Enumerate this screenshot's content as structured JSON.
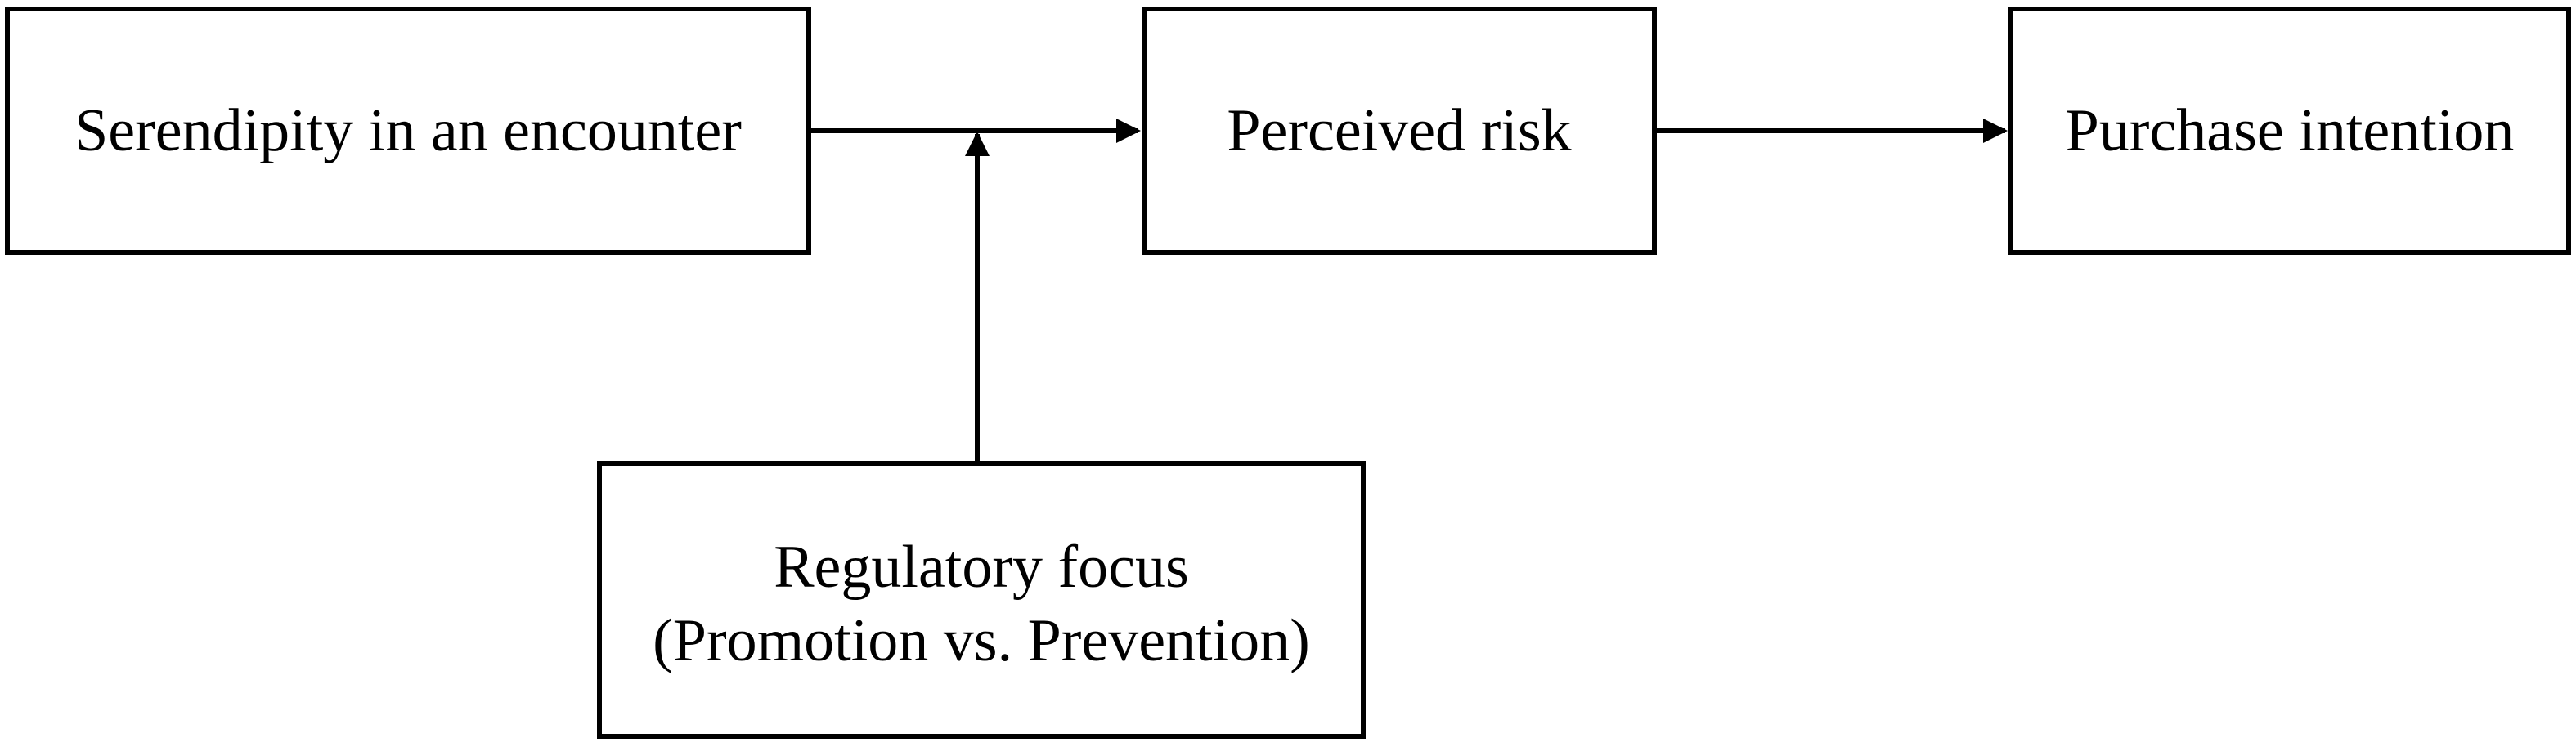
{
  "diagram": {
    "nodes": {
      "serendipity": {
        "label": "Serendipity in an encounter"
      },
      "perceived_risk": {
        "label": "Perceived risk"
      },
      "purchase_intention": {
        "label": "Purchase intention"
      },
      "regulatory_focus": {
        "line1": "Regulatory focus",
        "line2": "(Promotion vs. Prevention)"
      }
    },
    "edges": [
      {
        "from": "serendipity",
        "to": "perceived_risk"
      },
      {
        "from": "perceived_risk",
        "to": "purchase_intention"
      },
      {
        "from": "regulatory_focus",
        "to": "serendipity-perceived_risk path",
        "type": "moderation"
      }
    ],
    "line_color": "#000000"
  }
}
